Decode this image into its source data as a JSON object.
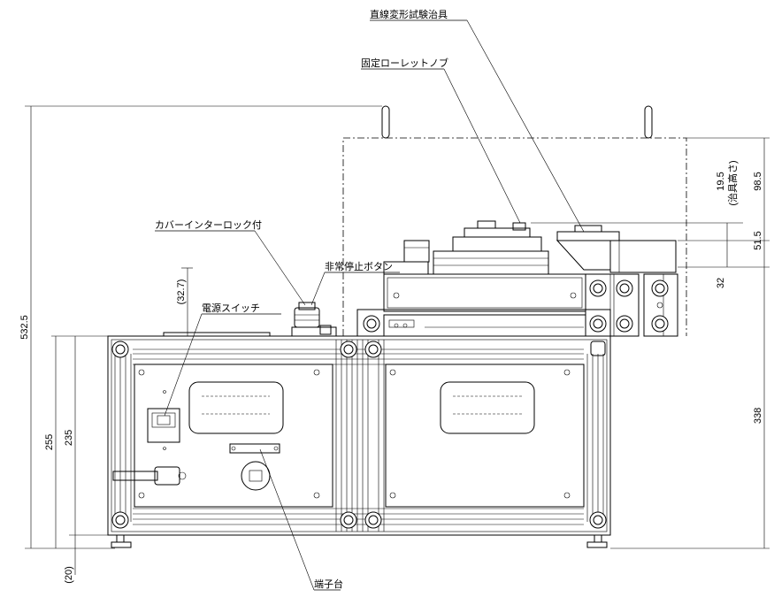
{
  "labels": {
    "jig": "直線変形試験治具",
    "knob": "固定ローレットノブ",
    "cover": "カバーインターロック付",
    "estop": "非常停止ボタン",
    "power": "電源スイッチ",
    "terminal": "端子台"
  },
  "dimensions": {
    "total_height": "532.5",
    "h255": "255",
    "h235": "235",
    "h20": "(20)",
    "h32_7": "(32.7)",
    "h19_5": "19.5",
    "jig_height": "(治具高さ)",
    "h98_5": "98.5",
    "h51_5": "51.5",
    "h32": "32",
    "h338": "338"
  }
}
